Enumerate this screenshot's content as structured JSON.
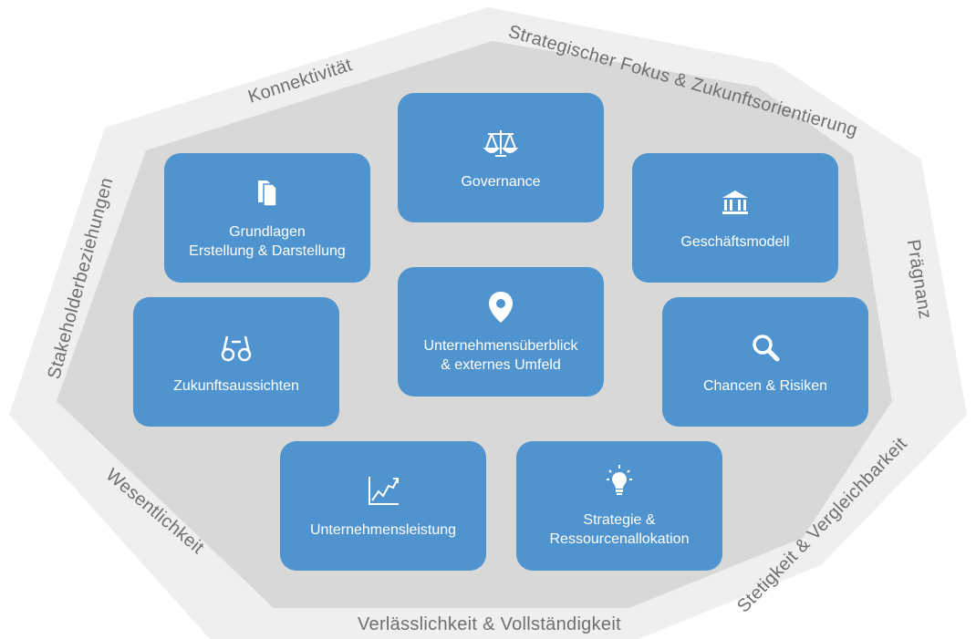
{
  "guiding_principles": {
    "konnektivitaet": "Konnektivität",
    "strategischer_fokus": "Strategischer Fokus & Zukunftsorientierung",
    "stakeholderbeziehungen": "Stakeholderbeziehungen",
    "praegnanz": "Prägnanz",
    "wesentlichkeit": "Wesentlichkeit",
    "stetigkeit": "Stetigkeit & Vergleichbarkeit",
    "verlaesslichkeit": "Verlässlichkeit & Vollständigkeit"
  },
  "content_elements": {
    "governance": "Governance",
    "grundlagen": "Grundlagen\nErstellung & Darstellung",
    "geschaeftsmodell": "Geschäftsmodell",
    "unternehmensueberblick": "Unternehmensüberblick\n& externes Umfeld",
    "zukunftsaussichten": "Zukunftsaussichten",
    "chancen_risiken": "Chancen & Risiken",
    "unternehmensleistung": "Unternehmensleistung",
    "strategie": "Strategie &\nRessourcenallokation"
  },
  "icons": {
    "governance": "scales-icon",
    "grundlagen": "documents-icon",
    "geschaeftsmodell": "bank-building-icon",
    "unternehmensueberblick": "map-pin-icon",
    "zukunftsaussichten": "binoculars-icon",
    "chancen_risiken": "magnifier-icon",
    "unternehmensleistung": "line-chart-icon",
    "strategie": "lightbulb-icon"
  },
  "colors": {
    "tile": "#4f93cf",
    "outer_band": "#efefef",
    "inner_field": "#d8d8d6",
    "principle_text": "#6f6f6f"
  }
}
